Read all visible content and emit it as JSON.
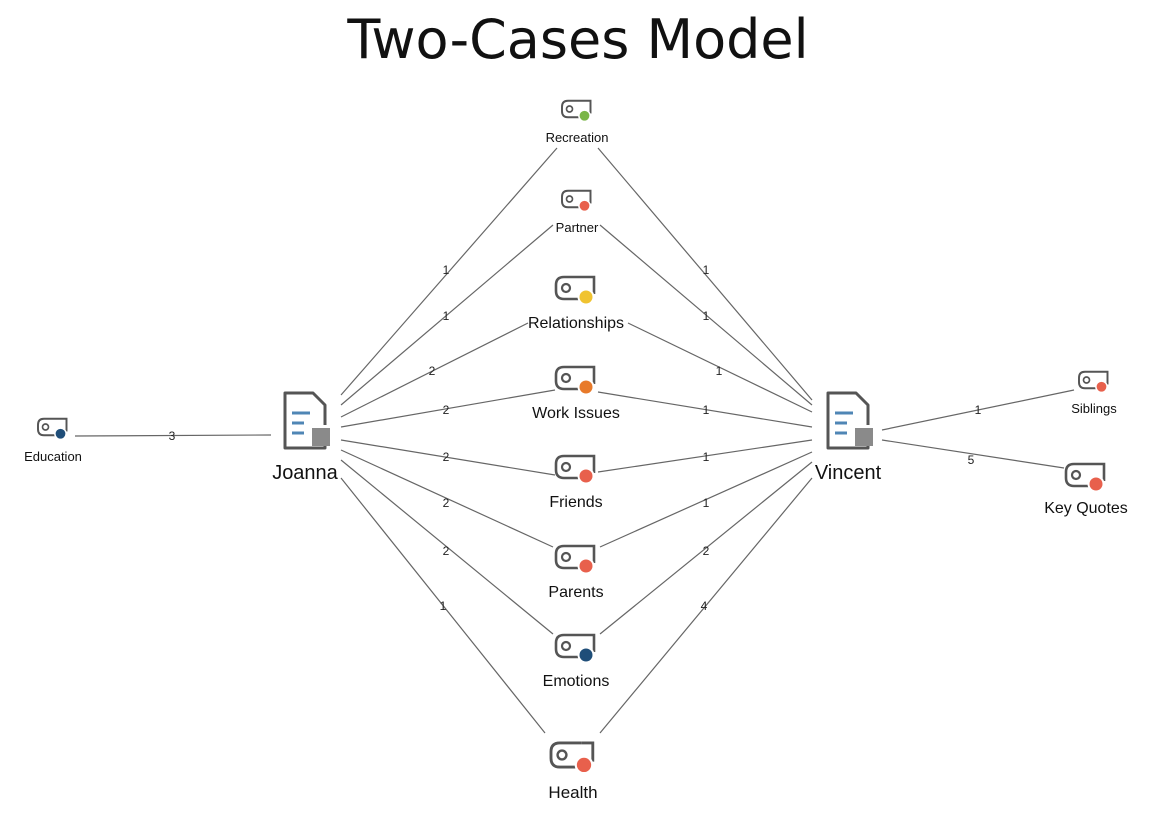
{
  "title": "Two-Cases Model",
  "colors": {
    "green": "#7ab648",
    "red": "#e8604c",
    "yellow": "#f0c330",
    "orange": "#e87a2a",
    "navy": "#1f4e79",
    "edge": "#666666",
    "doc_lines": "#4f86b5",
    "doc_square": "#8a8a8a"
  },
  "cases": [
    {
      "id": "joanna",
      "label": "Joanna"
    },
    {
      "id": "vincent",
      "label": "Vincent"
    }
  ],
  "codes": [
    {
      "id": "recreation",
      "label": "Recreation",
      "color": "#7ab648"
    },
    {
      "id": "partner",
      "label": "Partner",
      "color": "#e8604c"
    },
    {
      "id": "relationships",
      "label": "Relationships",
      "color": "#f0c330"
    },
    {
      "id": "work",
      "label": "Work Issues",
      "color": "#e87a2a"
    },
    {
      "id": "friends",
      "label": "Friends",
      "color": "#e8604c"
    },
    {
      "id": "parents",
      "label": "Parents",
      "color": "#e8604c"
    },
    {
      "id": "emotions",
      "label": "Emotions",
      "color": "#1f4e79"
    },
    {
      "id": "health",
      "label": "Health",
      "color": "#e8604c"
    },
    {
      "id": "education",
      "label": "Education",
      "color": "#1f4e79"
    },
    {
      "id": "siblings",
      "label": "Siblings",
      "color": "#e8604c"
    },
    {
      "id": "keyquotes",
      "label": "Key Quotes",
      "color": "#e8604c"
    }
  ],
  "edges": [
    {
      "from": "joanna",
      "to": "recreation",
      "weight": "1"
    },
    {
      "from": "joanna",
      "to": "partner",
      "weight": "1"
    },
    {
      "from": "joanna",
      "to": "relationships",
      "weight": "2"
    },
    {
      "from": "joanna",
      "to": "work",
      "weight": "2"
    },
    {
      "from": "joanna",
      "to": "friends",
      "weight": "2"
    },
    {
      "from": "joanna",
      "to": "parents",
      "weight": "2"
    },
    {
      "from": "joanna",
      "to": "emotions",
      "weight": "2"
    },
    {
      "from": "joanna",
      "to": "health",
      "weight": "1"
    },
    {
      "from": "education",
      "to": "joanna",
      "weight": "3"
    },
    {
      "from": "vincent",
      "to": "recreation",
      "weight": "1"
    },
    {
      "from": "vincent",
      "to": "partner",
      "weight": "1"
    },
    {
      "from": "vincent",
      "to": "relationships",
      "weight": "1"
    },
    {
      "from": "vincent",
      "to": "work",
      "weight": "1"
    },
    {
      "from": "vincent",
      "to": "friends",
      "weight": "1"
    },
    {
      "from": "vincent",
      "to": "parents",
      "weight": "1"
    },
    {
      "from": "vincent",
      "to": "emotions",
      "weight": "2"
    },
    {
      "from": "vincent",
      "to": "health",
      "weight": "4"
    },
    {
      "from": "vincent",
      "to": "siblings",
      "weight": "1"
    },
    {
      "from": "vincent",
      "to": "keyquotes",
      "weight": "5"
    }
  ]
}
